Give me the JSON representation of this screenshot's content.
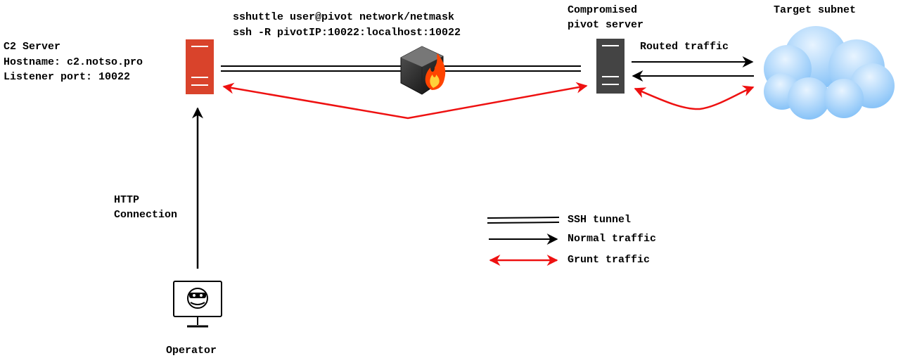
{
  "command": {
    "line1": "sshuttle user@pivot network/netmask",
    "line2": "ssh -R pivotIP:10022:localhost:10022"
  },
  "c2": {
    "title": "C2 Server",
    "hostname": "Hostname: c2.notso.pro",
    "port": "Listener port: 10022",
    "color": "#d9432b"
  },
  "pivot": {
    "line1": "Compromised",
    "line2": "pivot server",
    "color": "#444444"
  },
  "target": {
    "label": "Target subnet"
  },
  "routed_label": "Routed traffic",
  "http_label": {
    "line1": "HTTP",
    "line2": "Connection"
  },
  "operator_label": "Operator",
  "legend": {
    "ssh": "SSH tunnel",
    "normal": "Normal traffic",
    "grunt": "Grunt traffic"
  },
  "colors": {
    "grunt": "#ee1111",
    "normal": "#000000",
    "cloud_light": "#e8f4ff",
    "cloud_dark": "#80bff7"
  },
  "icons": {
    "c2": "server-icon",
    "pivot": "server-icon",
    "firewall": "firewall-icon",
    "target": "cloud-icon",
    "operator": "hacker-monitor-icon"
  }
}
